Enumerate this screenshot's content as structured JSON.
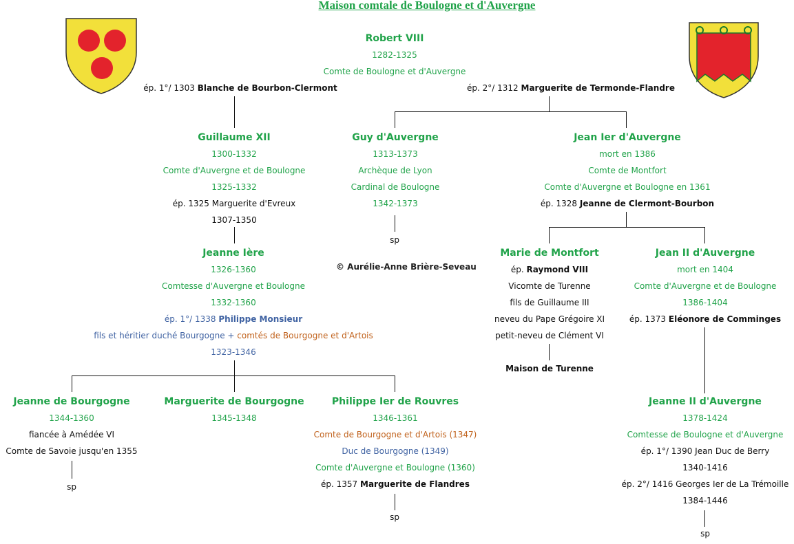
{
  "title": "Maison comtale de Boulogne et d'Auvergne",
  "copyright": "© Aurélie-Anne Brière-Seveau",
  "colors": {
    "green": "#21a34a",
    "blue": "#3f62a2",
    "orange": "#c0611b",
    "gold": "#f2e03a",
    "red": "#e3232c"
  },
  "arms": {
    "left": "three-red-roundels-shield-icon",
    "right": "gonfanon-shield-icon"
  },
  "robert": {
    "name": "Robert VIII",
    "dates": "1282-1325",
    "title": "Comte de Boulogne et d'Auvergne"
  },
  "marriage1": {
    "prefix": "ép. 1°/ 1303 ",
    "spouse": "Blanche de Bourbon-Clermont"
  },
  "marriage2": {
    "prefix": "ép. 2°/ 1312 ",
    "spouse": "Marguerite de Termonde-Flandre"
  },
  "guillaume": {
    "name": "Guillaume XII",
    "dates": "1300-1332",
    "title": "Comte d'Auvergne et de Boulogne",
    "reign": "1325-1332",
    "marriage": "ép. 1325 Marguerite d'Evreux",
    "spouse_dates": "1307-1350"
  },
  "guy": {
    "name": "Guy d'Auvergne",
    "dates": "1313-1373",
    "title1": "Archèque de Lyon",
    "title2": "Cardinal de Boulogne",
    "dates2": "1342-1373",
    "issue": "sp"
  },
  "jean1": {
    "name": "Jean Ier d'Auvergne",
    "dates": "mort en 1386",
    "title1": "Comte de Montfort",
    "title2": "Comte d'Auvergne et Boulogne en 1361",
    "marriage_prefix": "ép. 1328 ",
    "spouse": "Jeanne de Clermont-Bourbon"
  },
  "jeanne1": {
    "name": "Jeanne Ière",
    "dates": "1326-1360",
    "title": "Comtesse d'Auvergne et Boulogne",
    "reign": "1332-1360",
    "marriage_prefix": "ép. 1°/ 1338 ",
    "spouse": "Philippe Monsieur",
    "heir": "fils et héritier duché Bourgogne + ",
    "comtes": "comtés de Bourgogne et d'Artois",
    "spouse_dates": "1323-1346"
  },
  "marie": {
    "name": "Marie de Montfort",
    "marriage_prefix": "ép. ",
    "spouse": "Raymond VIII",
    "l1": "Vicomte de Turenne",
    "l2": "fils de Guillaume III",
    "l3": "neveu du Pape Grégoire XI",
    "l4": "petit-neveu de Clément VI",
    "house": "Maison de Turenne"
  },
  "jean2": {
    "name": "Jean II d'Auvergne",
    "dates": "mort en 1404",
    "title": "Comte d'Auvergne et de Boulogne",
    "reign": "1386-1404",
    "marriage_prefix": "ép. 1373 ",
    "spouse": "Eléonore de Comminges"
  },
  "jeanneb": {
    "name": "Jeanne de Bourgogne",
    "dates": "1344-1360",
    "l1": "fiancée à Amédée VI",
    "l2": "Comte de Savoie jusqu'en 1355",
    "issue": "sp"
  },
  "margb": {
    "name": "Marguerite de Bourgogne",
    "dates": "1345-1348"
  },
  "philippe": {
    "name": "Philippe Ier de Rouvres",
    "dates": "1346-1361",
    "t1": "Comte de Bourgogne et d'Artois (1347)",
    "t2": "Duc de Bourgogne (1349)",
    "t3": "Comte d'Auvergne et Boulogne (1360)",
    "marriage_prefix": "ép. 1357 ",
    "spouse": "Marguerite de Flandres",
    "issue": "sp"
  },
  "jeanne2": {
    "name": "Jeanne II d'Auvergne",
    "dates": "1378-1424",
    "title": "Comtesse de Boulogne et d'Auvergne",
    "m1": "ép. 1°/ 1390 Jean Duc de Berry",
    "m1_dates": "1340-1416",
    "m2": "ép. 2°/ 1416 Georges Ier de La Trémoille",
    "m2_dates": "1384-1446",
    "issue": "sp"
  }
}
